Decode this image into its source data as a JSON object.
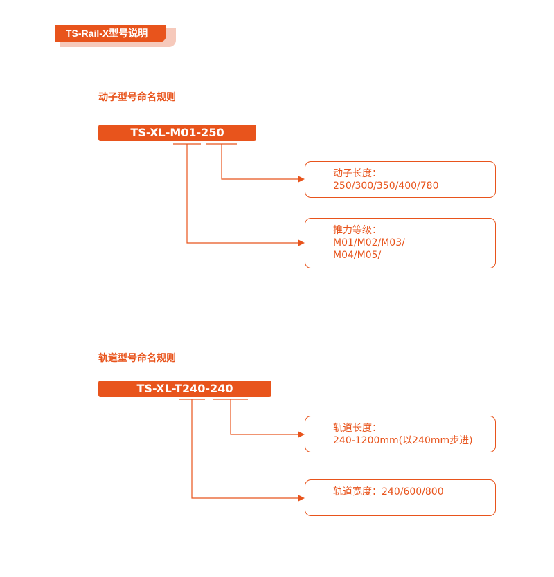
{
  "header": {
    "tab_label": "TS-Rail-X型号说明"
  },
  "mover": {
    "section_title": "动子型号命名规则",
    "model_code": "TS-XL-M01-250",
    "length_box": {
      "label": "动子长度：",
      "lines": [
        "250/300/350/400/780"
      ]
    },
    "thrust_box": {
      "label": "推力等级：",
      "lines": [
        "M01/M02/M03/",
        "M04/M05/"
      ]
    }
  },
  "rail": {
    "section_title": "轨道型号命名规则",
    "model_code": "TS-XL-T240-240",
    "length_box": {
      "label": "轨道长度：",
      "lines": [
        "240-1200mm(以240mm步进)"
      ]
    },
    "width_box": {
      "label": "轨道宽度：240/600/800",
      "lines": []
    }
  },
  "colors": {
    "accent": "#e8541c",
    "tab_shadow": "#f6c9bb",
    "background": "#ffffff"
  }
}
